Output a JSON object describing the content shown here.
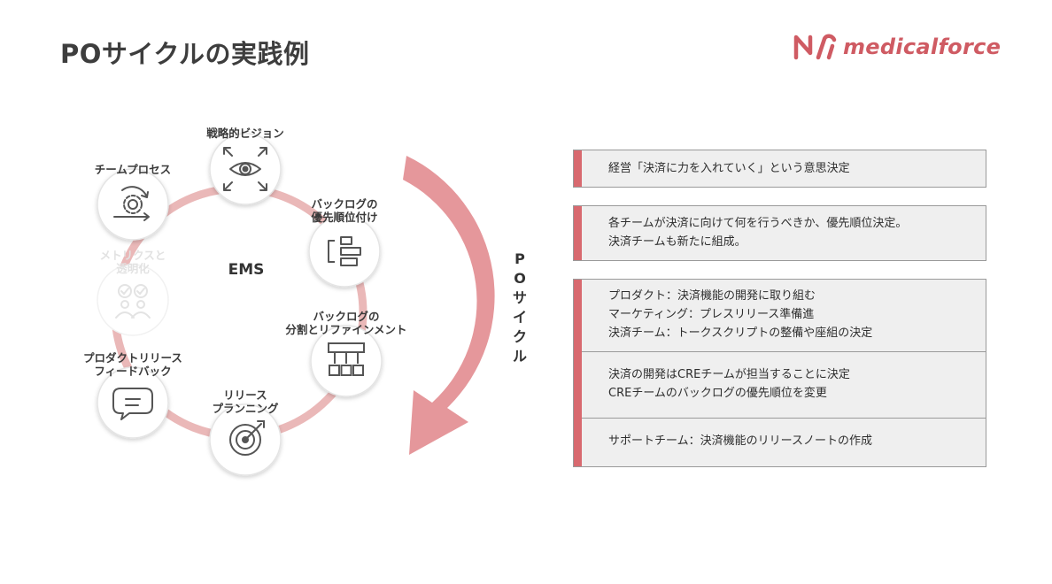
{
  "title": "POサイクルの実践例",
  "logo": {
    "text": "medicalforce",
    "color": "#cf5b63"
  },
  "center_label": "EMS",
  "cycle_label": "POサイクル",
  "colors": {
    "ring": "#eab8b8",
    "arrow": "#e5979b",
    "accent": "#d8696f",
    "node_border": "#e4e4e4"
  },
  "nodes": [
    {
      "label": [
        "戦略的ビジョン"
      ],
      "icon": "eye-icon"
    },
    {
      "label": [
        "バックログの",
        "優先順位付け"
      ],
      "icon": "priority-list-icon"
    },
    {
      "label": [
        "バックログの",
        "分割とリファインメント"
      ],
      "icon": "hierarchy-icon"
    },
    {
      "label": [
        "リリース",
        "プランニング"
      ],
      "icon": "target-icon"
    },
    {
      "label": [
        "プロダクトリリース",
        "フィードバック"
      ],
      "icon": "speech-bubble-icon"
    },
    {
      "label": [
        "メトリクスと",
        "透明化"
      ],
      "icon": "team-check-icon",
      "faded": true
    },
    {
      "label": [
        "チームプロセス"
      ],
      "icon": "gear-cycle-icon"
    }
  ],
  "panels": [
    {
      "sections": [
        [
          "経営「決済に力を入れていく」という意思決定"
        ]
      ]
    },
    {
      "sections": [
        [
          "各チームが決済に向けて何を行うべきか、優先順位決定。",
          "決済チームも新たに組成。"
        ]
      ]
    },
    {
      "sections": [
        [
          "プロダクト：決済機能の開発に取り組む",
          "マーケティング：プレスリリース準備進",
          "決済チーム：トークスクリプトの整備や座組の決定"
        ],
        [
          "決済の開発はCREチームが担当することに決定",
          "CREチームのバックログの優先順位を変更"
        ],
        [
          "サポートチーム：決済機能のリリースノートの作成"
        ]
      ]
    }
  ]
}
